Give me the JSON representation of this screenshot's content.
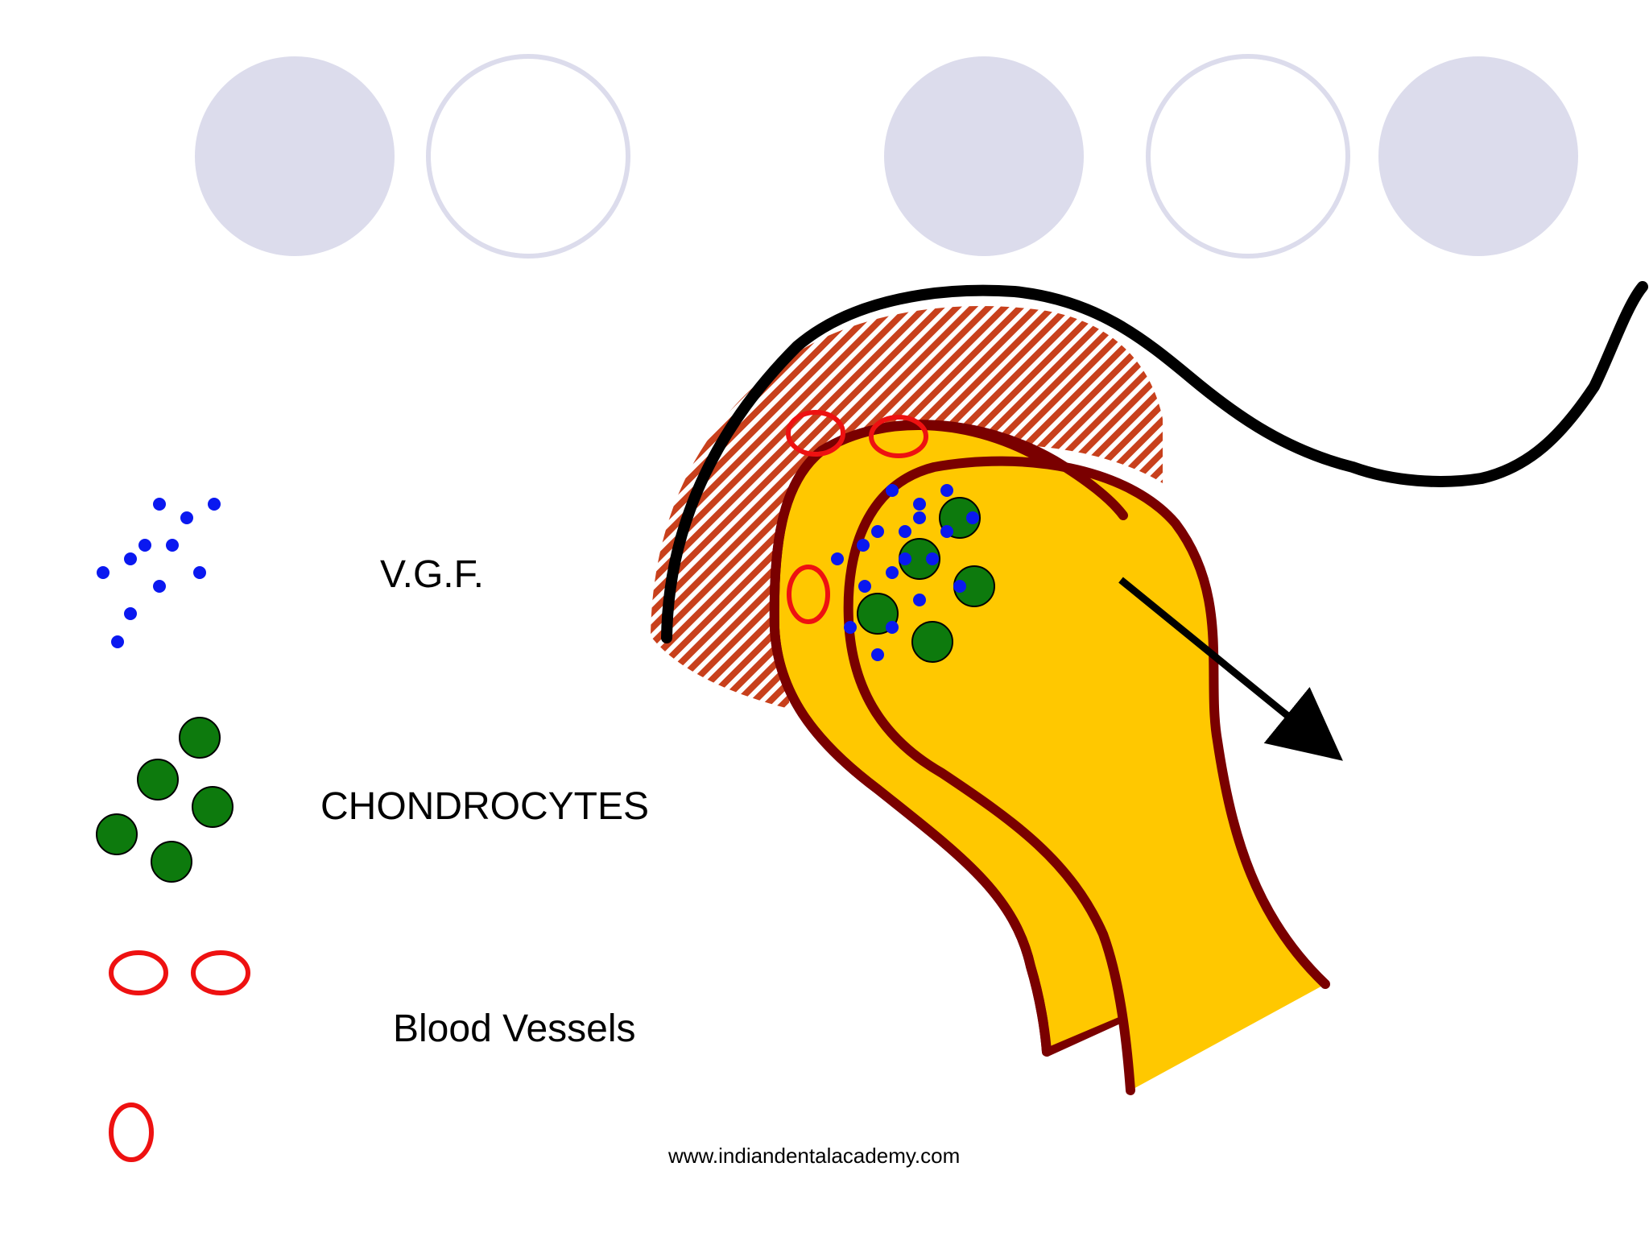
{
  "legend": {
    "vgf_label": "V.G.F.",
    "chondrocytes_label": "CHONDROCYTES",
    "blood_vessels_label": "Blood Vessels"
  },
  "footer": {
    "url_text": "www.indiandentalacademy.com"
  },
  "colors": {
    "decor_circle": "#dcdcec",
    "vgf_dot": "#0a18f0",
    "chondrocyte": "#0d7a0d",
    "blood_vessel": "#ee1111",
    "condyle_fill": "#ffc800",
    "condyle_outline": "#7a0000",
    "hatch_red": "#c8401c",
    "fossa_outline": "#000000"
  },
  "icons": {
    "direction_arrow": "arrow-icon"
  }
}
